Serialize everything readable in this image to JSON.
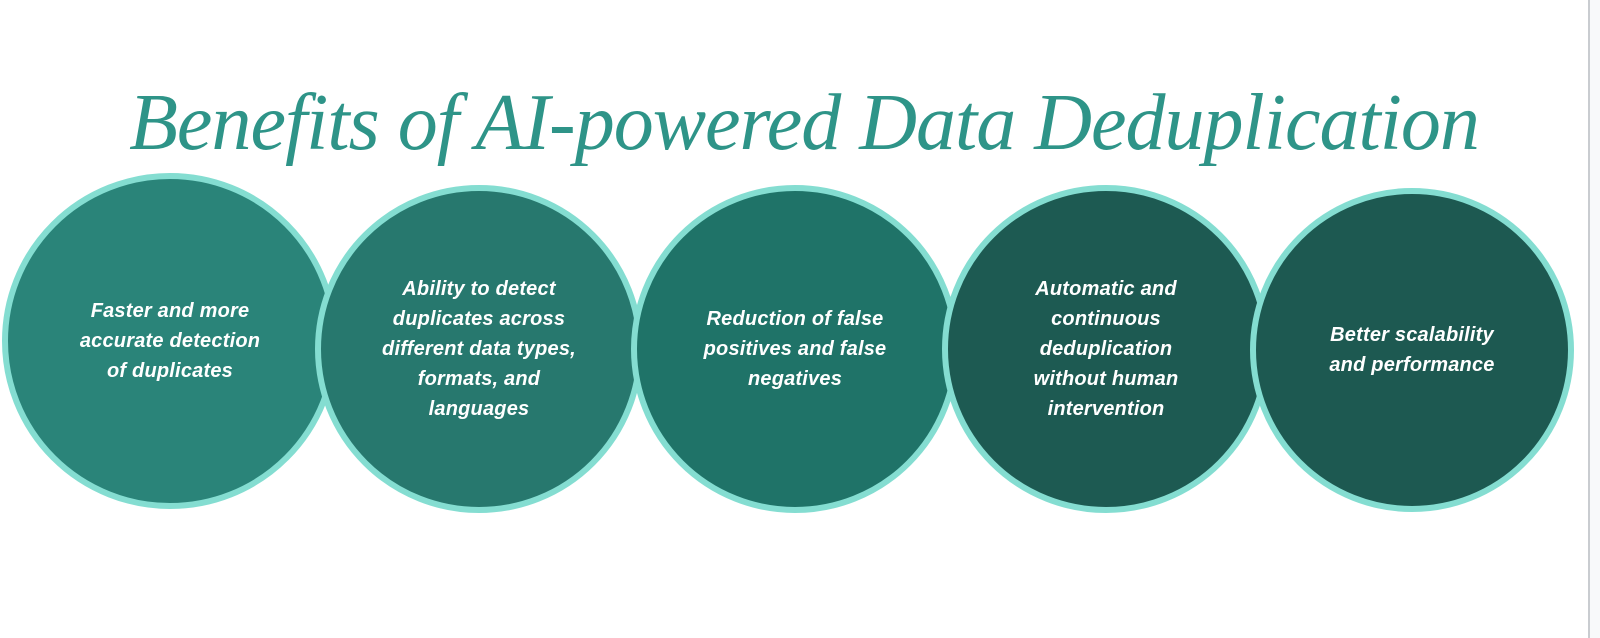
{
  "title": {
    "text": "Benefits of AI-powered Data Deduplication",
    "color": "#2e9488"
  },
  "theme": {
    "background": "#ffffff",
    "circle_border": "#84ddd1",
    "circle_text_color": "#ffffff",
    "canvas_edge_line": "#c9ccd0",
    "gutter": "#f8f9fa"
  },
  "circles": [
    {
      "name": "faster-accurate-detection",
      "label": "Faster and more\naccurate detection\nof duplicates",
      "fill": "#2a8479"
    },
    {
      "name": "detect-across-types",
      "label": "Ability to detect\nduplicates across\ndifferent data types,\nformats, and\nlanguages",
      "fill": "#27786e"
    },
    {
      "name": "reduce-false-results",
      "label": "Reduction of false\npositives and false\nnegatives",
      "fill": "#1f7368"
    },
    {
      "name": "automatic-continuous",
      "label": "Automatic and\ncontinuous\ndeduplication\nwithout human\nintervention",
      "fill": "#1d5a52"
    },
    {
      "name": "scalability-performance",
      "label": "Better scalability\nand performance",
      "fill": "#1d5951"
    }
  ]
}
